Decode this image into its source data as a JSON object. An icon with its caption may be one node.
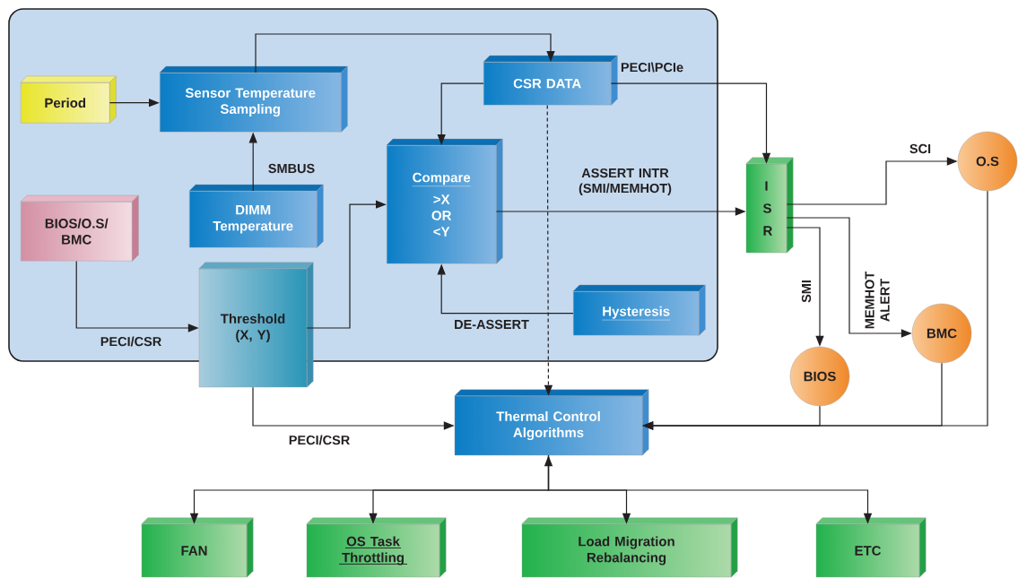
{
  "diagram": {
    "nodes": [
      {
        "text": [],
        "shape": "box"
      },
      {
        "text": [
          "Period"
        ],
        "in": 0
      },
      {
        "text": [
          "Sensor Temperature Sampling"
        ],
        "in": 0
      },
      {
        "text": [
          "CSR DATA"
        ],
        "in": 0
      },
      {
        "text": [
          "BIOS/O.S/ BMC"
        ],
        "in": 0
      },
      {
        "text": [
          "DIMM Temperature"
        ],
        "in": 0
      },
      {
        "text": [
          "Compare",
          ">X OR <Y"
        ],
        "in": 0
      },
      {
        "text": [
          "Threshold (X, Y)"
        ]
      },
      {
        "text": [
          "Hysteresis"
        ],
        "in": 0
      },
      {
        "text": [
          "I S R"
        ]
      },
      {
        "text": [
          "O.S"
        ]
      },
      {
        "text": [
          "BMC"
        ]
      },
      {
        "text": [
          "BIOS"
        ]
      },
      {
        "text": [
          "Thermal Control Algorithms"
        ]
      },
      {
        "text": [
          "FAN"
        ]
      },
      {
        "text": [
          "OS Task Throttling"
        ]
      },
      {
        "text": [
          "Load Migration Rebalancing"
        ]
      },
      {
        "text": [
          "ETC"
        ]
      }
    ],
    "edges": [
      {
        "from": 1,
        "to": 2,
        "arrow": "to"
      },
      {
        "from": 5,
        "to": 2,
        "arrow": "to",
        "label": "SMBUS"
      },
      {
        "from": 2,
        "to": 3,
        "arrow": "to"
      },
      {
        "from": 3,
        "to": 6,
        "arrow": "to"
      },
      {
        "from": 3,
        "to": 9,
        "arrow": "to",
        "label": "PECI\\PCIe"
      },
      {
        "from": 3,
        "to": 13,
        "arrow": "to",
        "style": "dashed"
      },
      {
        "from": 4,
        "to": 7,
        "arrow": "to",
        "label": "PECI/CSR"
      },
      {
        "from": 7,
        "to": 6,
        "arrow": "to"
      },
      {
        "from": 8,
        "to": 6,
        "arrow": "to",
        "label": "DE-ASSERT"
      },
      {
        "from": 6,
        "to": 9,
        "arrow": "to",
        "label": "ASSERT INTR (SMI/MEMHOT)"
      },
      {
        "from": 9,
        "to": 10,
        "arrow": "to",
        "label": "SCI"
      },
      {
        "from": 9,
        "to": 11,
        "arrow": "to",
        "label": "MEMHOT ALERT"
      },
      {
        "from": 9,
        "to": 12,
        "arrow": "to",
        "label": "SMI"
      },
      {
        "from": 7,
        "to": 13,
        "arrow": "to",
        "label": "PECI/CSR"
      },
      {
        "from": 12,
        "to": 13,
        "arrow": "to"
      },
      {
        "from": 11,
        "to": 13,
        "arrow": "to"
      },
      {
        "from": 10,
        "to": 13,
        "arrow": "to"
      },
      {
        "from": 13,
        "to": 14,
        "arrow": "both"
      },
      {
        "from": 13,
        "to": 15,
        "arrow": "to"
      },
      {
        "from": 13,
        "to": 16,
        "arrow": "to"
      },
      {
        "from": 13,
        "to": 17,
        "arrow": "to"
      }
    ]
  }
}
